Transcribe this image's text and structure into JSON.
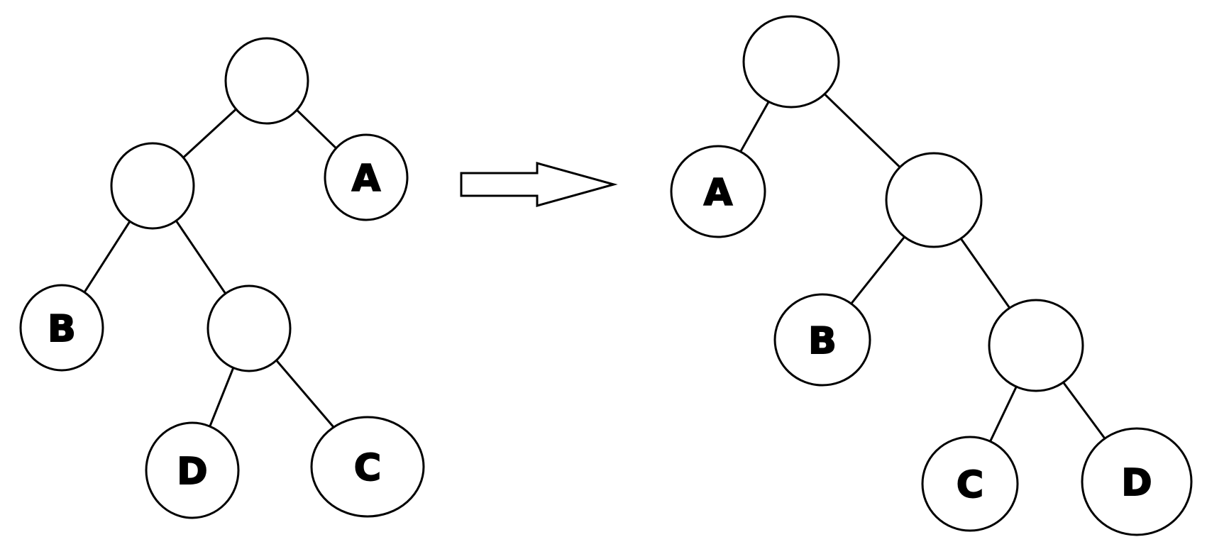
{
  "diagram": {
    "type": "binary-tree-transformation",
    "colors": {
      "stroke": "#000000",
      "background": "#ffffff"
    },
    "before": {
      "name": "tree-before",
      "nodes": [
        {
          "id": "root",
          "label": ""
        },
        {
          "id": "inner-1",
          "label": ""
        },
        {
          "id": "leaf-a",
          "label": "A"
        },
        {
          "id": "leaf-b",
          "label": "B"
        },
        {
          "id": "inner-2",
          "label": ""
        },
        {
          "id": "leaf-d",
          "label": "D"
        },
        {
          "id": "leaf-c",
          "label": "C"
        }
      ],
      "edges": [
        {
          "from": "root",
          "to": "inner-1"
        },
        {
          "from": "root",
          "to": "leaf-a"
        },
        {
          "from": "inner-1",
          "to": "leaf-b"
        },
        {
          "from": "inner-1",
          "to": "inner-2"
        },
        {
          "from": "inner-2",
          "to": "leaf-d"
        },
        {
          "from": "inner-2",
          "to": "leaf-c"
        }
      ]
    },
    "arrow": {
      "icon": "right-arrow-icon"
    },
    "after": {
      "name": "tree-after",
      "nodes": [
        {
          "id": "root",
          "label": ""
        },
        {
          "id": "leaf-a",
          "label": "A"
        },
        {
          "id": "inner-1",
          "label": ""
        },
        {
          "id": "leaf-b",
          "label": "B"
        },
        {
          "id": "inner-2",
          "label": ""
        },
        {
          "id": "leaf-c",
          "label": "C"
        },
        {
          "id": "leaf-d",
          "label": "D"
        }
      ],
      "edges": [
        {
          "from": "root",
          "to": "leaf-a"
        },
        {
          "from": "root",
          "to": "inner-1"
        },
        {
          "from": "inner-1",
          "to": "leaf-b"
        },
        {
          "from": "inner-1",
          "to": "inner-2"
        },
        {
          "from": "inner-2",
          "to": "leaf-c"
        },
        {
          "from": "inner-2",
          "to": "leaf-d"
        }
      ]
    }
  }
}
